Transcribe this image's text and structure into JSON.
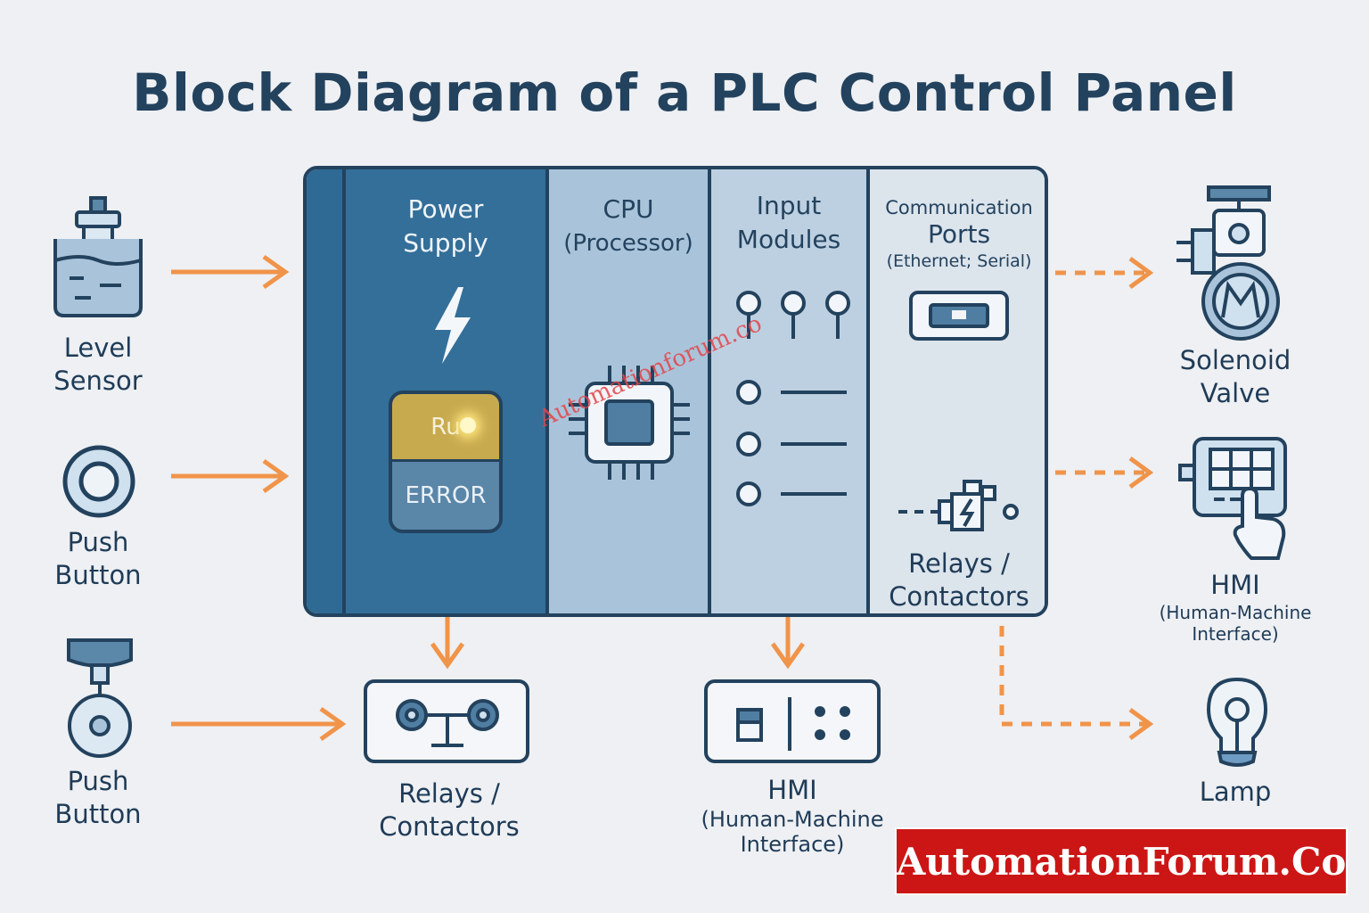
{
  "title": "Block Diagram of a PLC Control Panel",
  "colors": {
    "accent_orange": "#f0944a",
    "panel_dark": "#336f99",
    "outline": "#23425e",
    "brand_red": "#cc1616"
  },
  "inputs": [
    {
      "label_line1": "Level",
      "label_line2": "Sensor",
      "icon": "level-sensor-icon"
    },
    {
      "label_line1": "Push",
      "label_line2": "Button",
      "icon": "push-button-icon"
    },
    {
      "label_line1": "Push",
      "label_line2": "Button",
      "icon": "push-button-plunger-icon"
    }
  ],
  "panel": {
    "power_supply": {
      "line1": "Power",
      "line2": "Supply",
      "run": "Ru",
      "error": "ERROR",
      "icon": "lightning-icon"
    },
    "cpu": {
      "line1": "CPU",
      "line2": "(Processor)",
      "icon": "chip-icon"
    },
    "input_modules": {
      "line1": "Input",
      "line2": "Modules",
      "icon": "terminal-icon"
    },
    "communication": {
      "line1": "Communication",
      "line2": "Ports",
      "line3": "(Ethernet; Serial)",
      "relays_line1": "Relays /",
      "relays_line2": "Contactors",
      "icon": "port-icon"
    }
  },
  "bottom": {
    "relays": {
      "line1": "Relays /",
      "line2": "Contactors",
      "icon": "relay-icon"
    },
    "hmi": {
      "line1": "HMI",
      "line2": "(Human-Machine",
      "line3": "Interface)",
      "icon": "switch-panel-icon"
    }
  },
  "outputs": [
    {
      "label_line1": "Solenoid",
      "label_line2": "Valve",
      "icon": "solenoid-valve-icon"
    },
    {
      "label_line1": "HMI",
      "label_line2": "(Human-Machine",
      "label_line3": "Interface)",
      "icon": "hmi-touch-icon"
    },
    {
      "label_line1": "Lamp",
      "icon": "lamp-icon"
    }
  ],
  "watermark": "Automationforum.co",
  "brand": "AutomationForum.Co"
}
